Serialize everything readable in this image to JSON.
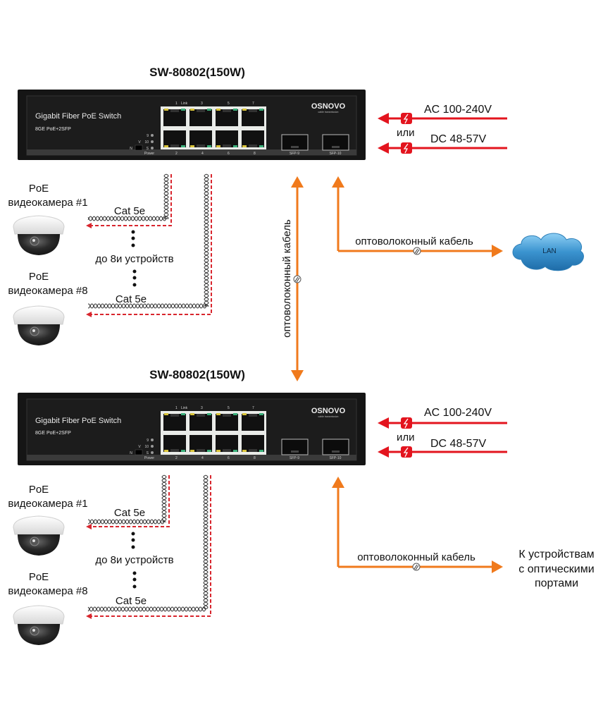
{
  "diagram": {
    "colors": {
      "fiber": "#f07a1c",
      "power": "#e3141e",
      "poe_dash": "#d8262e",
      "switch_body": "#161616",
      "lan_cloud": "#3a93cf"
    },
    "switches": [
      {
        "title": "SW-80802(150W)",
        "front_title": "Gigabit Fiber PoE Switch",
        "front_subtitle": "8GE PoE+2SFP",
        "brand": "OSNOVO",
        "brand_tagline": "cable transmission",
        "top_port_labels": [
          "1",
          "Link",
          "3",
          "5",
          "7"
        ],
        "bottom_port_labels": [
          "2",
          "4",
          "6",
          "8"
        ],
        "sfp_labels": [
          "SFP-9",
          "SFP-10"
        ],
        "led_labels": [
          "9",
          "10",
          "S"
        ],
        "switch_labels": [
          "N",
          "V"
        ],
        "power_label": "Power",
        "power": {
          "ac": "AC 100-240V",
          "or": "или",
          "dc": "DC 48-57V"
        },
        "cameras": [
          {
            "line1": "PoE",
            "line2": "видеокамера #1",
            "cable": "Cat 5e"
          },
          {
            "line1": "PoE",
            "line2": "видеокамера #8",
            "cable": "Cat 5e"
          }
        ],
        "devices_note": "до 8и устройств",
        "uplink_label": "оптоволоконный кабель",
        "uplink_target": "LAN"
      },
      {
        "title": "SW-80802(150W)",
        "front_title": "Gigabit Fiber PoE Switch",
        "front_subtitle": "8GE PoE+2SFP",
        "brand": "OSNOVO",
        "brand_tagline": "cable transmission",
        "top_port_labels": [
          "1",
          "Link",
          "3",
          "5",
          "7"
        ],
        "bottom_port_labels": [
          "2",
          "4",
          "6",
          "8"
        ],
        "sfp_labels": [
          "SFP-9",
          "SFP-10"
        ],
        "led_labels": [
          "9",
          "10",
          "S"
        ],
        "switch_labels": [
          "N",
          "V"
        ],
        "power_label": "Power",
        "power": {
          "ac": "AC 100-240V",
          "or": "или",
          "dc": "DC 48-57V"
        },
        "cameras": [
          {
            "line1": "PoE",
            "line2": "видеокамера #1",
            "cable": "Cat 5e"
          },
          {
            "line1": "PoE",
            "line2": "видеокамера #8",
            "cable": "Cat 5e"
          }
        ],
        "devices_note": "до 8и устройств",
        "uplink_label": "оптоволоконный кабель",
        "uplink_target_lines": [
          "К устройствам",
          "с оптическими",
          "портами"
        ]
      }
    ],
    "interlink_label": "оптоволоконный кабель"
  }
}
